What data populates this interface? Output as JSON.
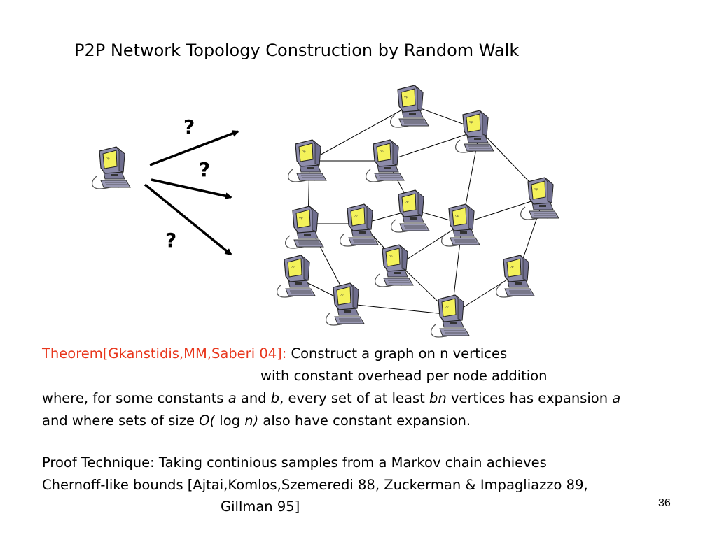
{
  "slide": {
    "title": "P2P Network Topology Construction by Random Walk",
    "question_marks": [
      "?",
      "?",
      "?"
    ],
    "theorem": {
      "label": "Theorem[Gkanstidis,MM,Saberi 04]:",
      "line1_rest": " Construct a graph on n vertices",
      "line2": "with constant overhead per node addition",
      "line3": {
        "t1": "where, for some constants ",
        "v1": "a",
        "t2": " and ",
        "v2": "b",
        "t3": ", every set of at least ",
        "v3": "bn",
        "t4": " vertices has expansion ",
        "v4": "a"
      },
      "line4": {
        "t1": "and where sets of size ",
        "v1": "O(",
        "t2": " log ",
        "v2": "n)",
        "t3": " also have constant expansion."
      }
    },
    "proof": {
      "line1": "Proof Technique: Taking continious samples from a Markov chain achieves",
      "line2": "Chernoff-like bounds [Ajtai,Komlos,Szemeredi 88, Zuckerman & Impagliazzo 89,",
      "line3": "Gillman 95]"
    },
    "slide_number": "36"
  },
  "colors": {
    "accent_red": "#e8361c",
    "computer_body": "#8d8cab",
    "computer_screen": "#f4f25a"
  },
  "icons": {
    "computer": "desktop-computer-icon"
  }
}
